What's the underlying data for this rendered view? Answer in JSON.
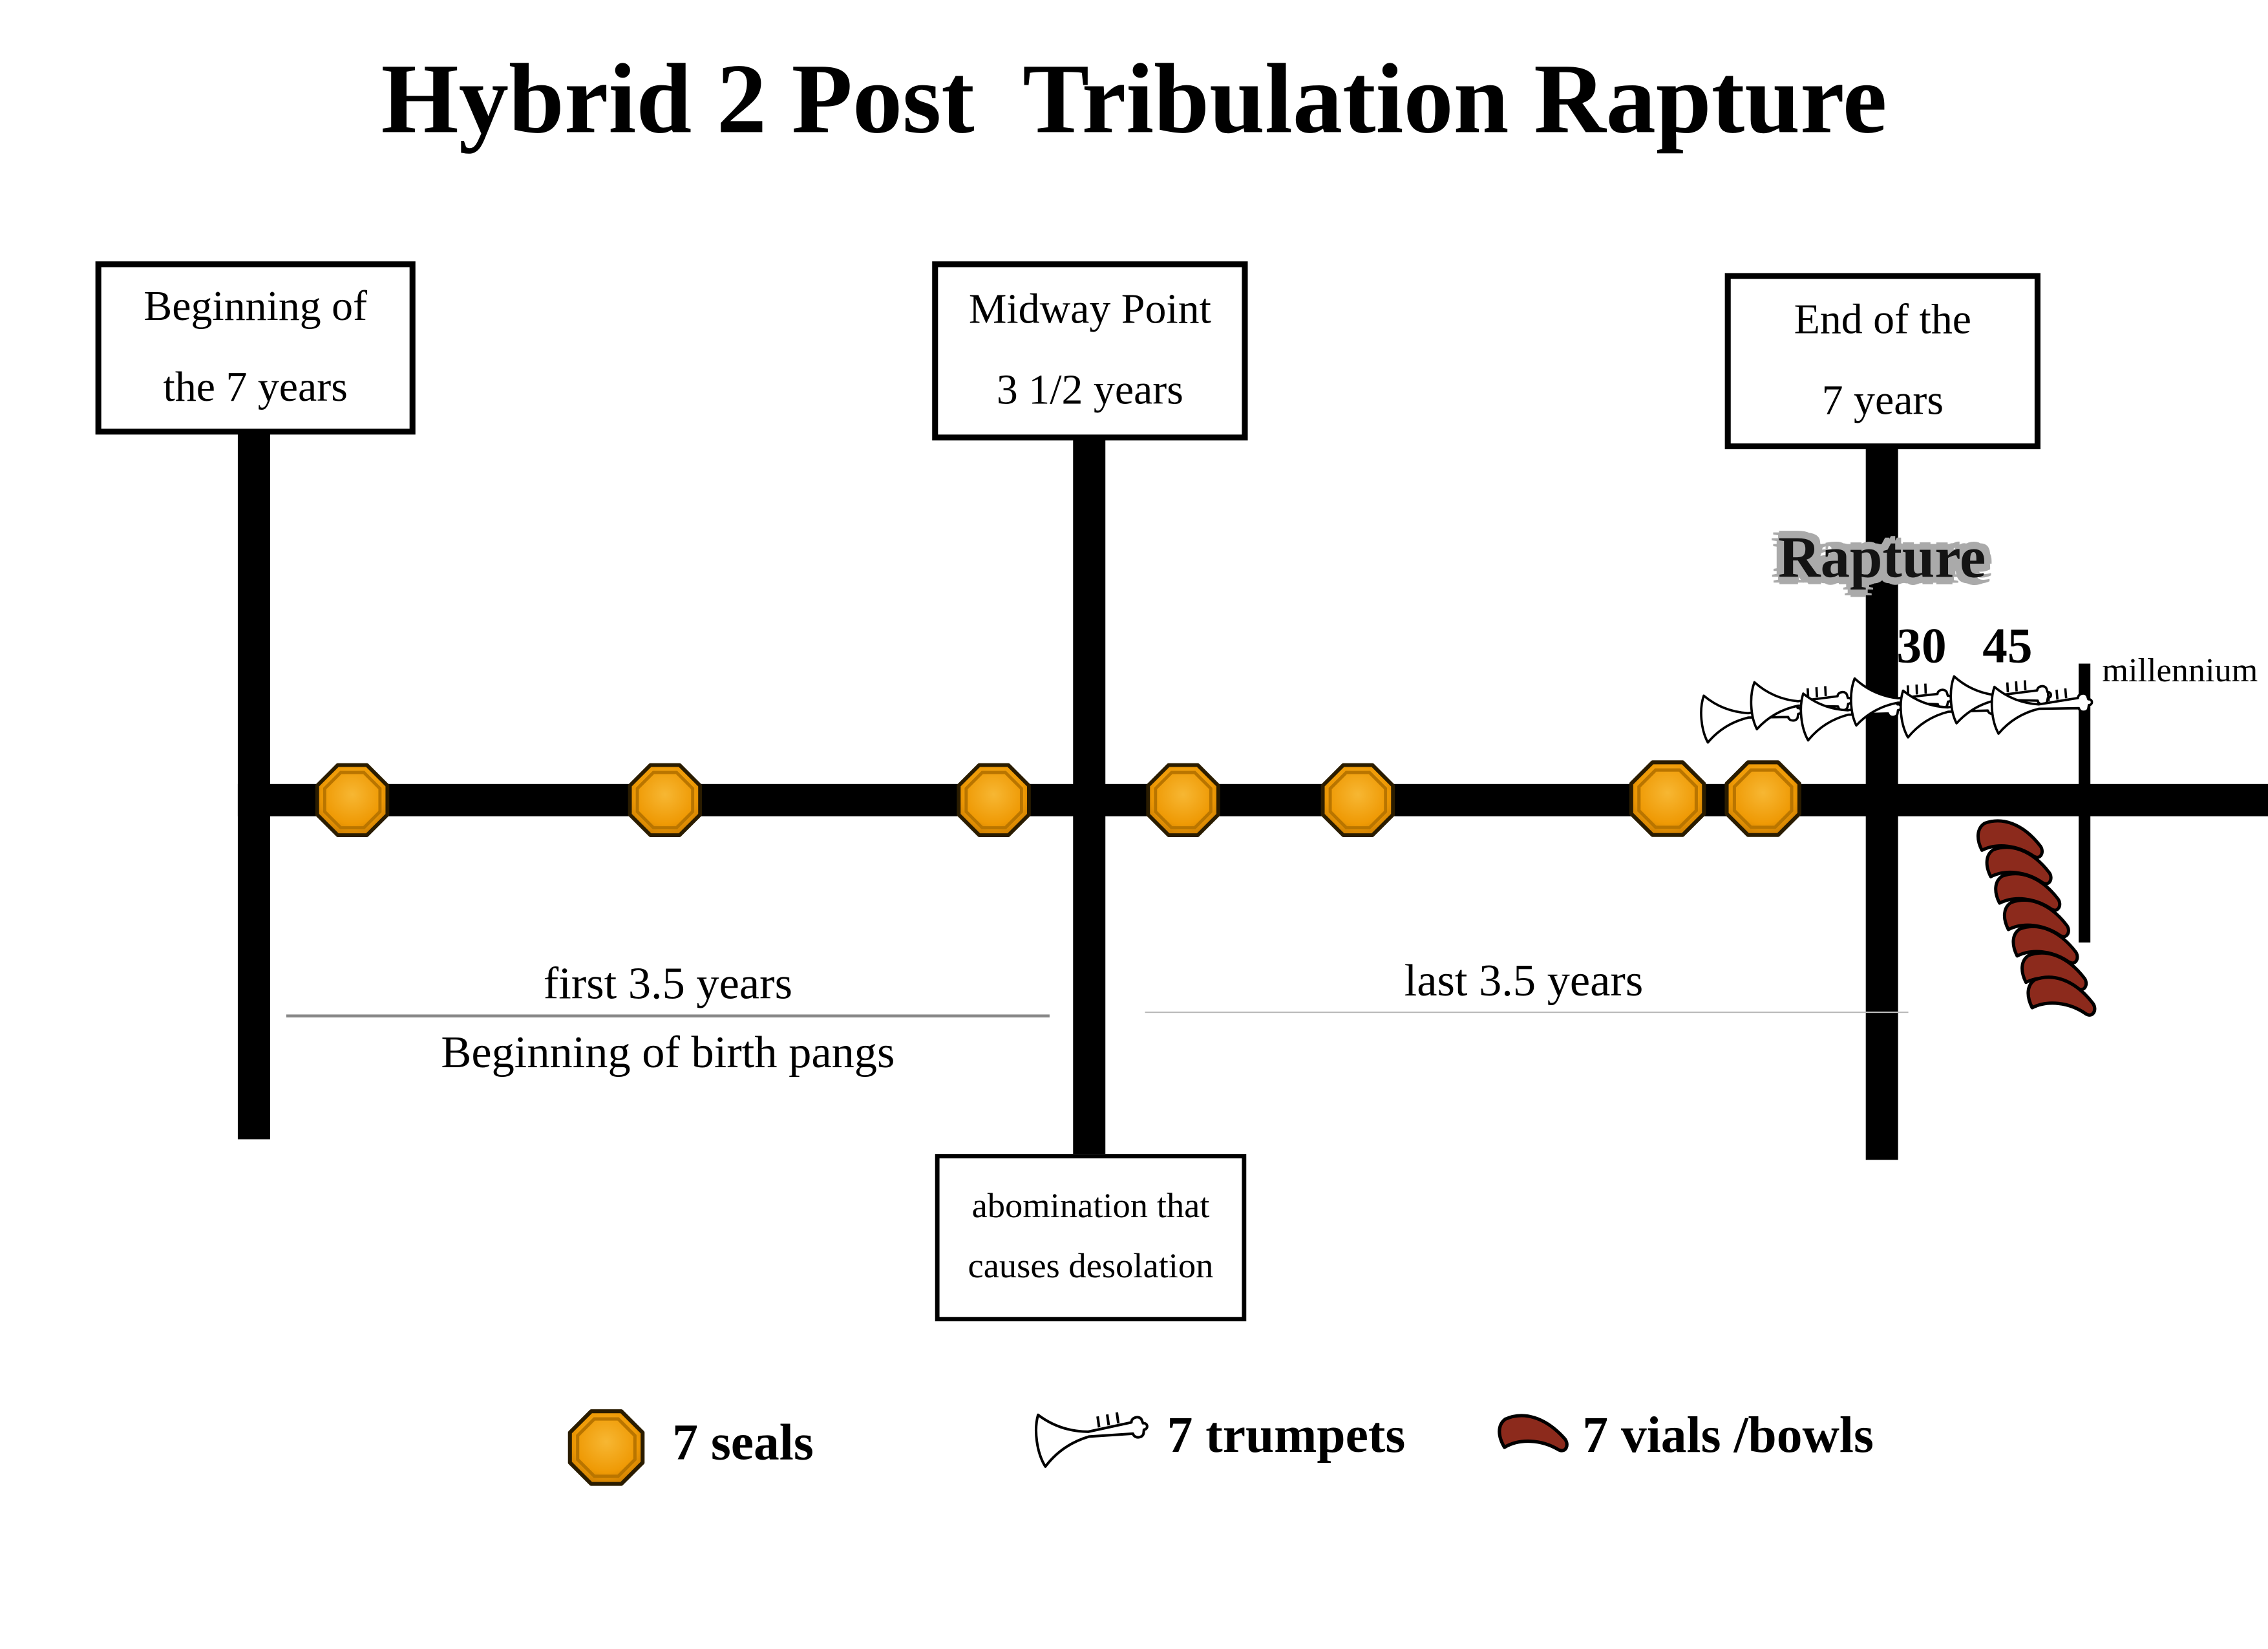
{
  "title": "Hybrid 2 Post  Tribulation Rapture",
  "boxes": {
    "beginning": {
      "line1": "Beginning of",
      "line2": "the 7 years"
    },
    "midway": {
      "line1": "Midway Point",
      "line2": "3 1/2 years"
    },
    "end": {
      "line1": "End of the",
      "line2": "7 years"
    },
    "abomination": {
      "line1": "abomination that",
      "line2": "causes desolation"
    }
  },
  "timeline": {
    "rapture_label": "Rapture",
    "days_label": "30 45",
    "millennium_label": "millennium",
    "first_half_label": "first 3.5 years",
    "birth_pangs_label": "Beginning of birth pangs",
    "second_half_label": "last 3.5 years"
  },
  "legend": {
    "seals_label": "7 seals",
    "trumpets_label": "7 trumpets",
    "vials_label": "7 vials /bowls"
  },
  "counts": {
    "seals": 7,
    "trumpets": 7,
    "vials": 7
  },
  "colors": {
    "seal_fill": "#F09D0B",
    "seal_stroke": "#2a1c00",
    "vial_fill": "#8C2A1C",
    "timeline": "#000000",
    "rapture_halo": "#aaaaaa"
  }
}
